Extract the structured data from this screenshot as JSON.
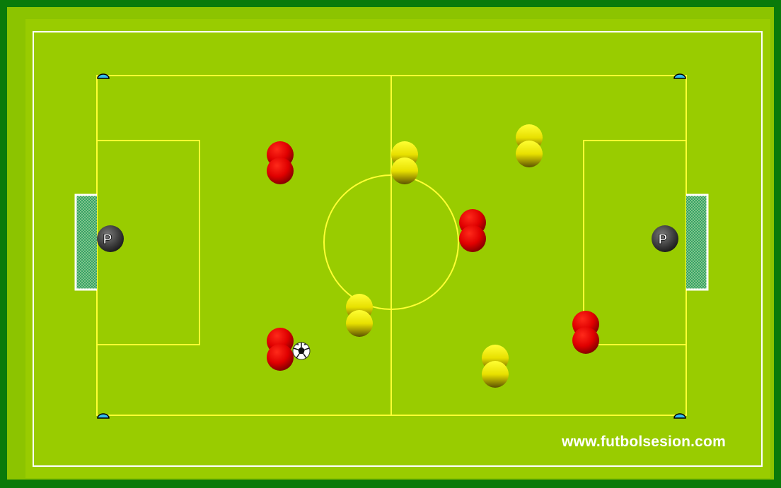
{
  "colors": {
    "outer_border": "#0a7a0a",
    "grass_frame": "#8cc400",
    "grass": "#99cc00",
    "pitch_line": "#ffff33",
    "boundary_line": "#ffffff",
    "team_red": "#e00000",
    "team_yellow": "#f2ee00",
    "goalkeeper": "#333333",
    "cone": "#33bbee",
    "goal_net": "#2e9e5e"
  },
  "goalkeepers": [
    {
      "side": "left",
      "label": "P"
    },
    {
      "side": "right",
      "label": "P"
    }
  ],
  "players": {
    "red": [
      {
        "id": "red-1",
        "icon": "red-player-stack-icon"
      },
      {
        "id": "red-2",
        "icon": "red-player-stack-icon"
      },
      {
        "id": "red-3",
        "icon": "red-player-stack-icon"
      },
      {
        "id": "red-4",
        "icon": "red-player-stack-icon"
      }
    ],
    "yellow": [
      {
        "id": "yellow-1",
        "icon": "yellow-player-stack-icon"
      },
      {
        "id": "yellow-2",
        "icon": "yellow-player-stack-icon"
      },
      {
        "id": "yellow-3",
        "icon": "yellow-player-stack-icon"
      },
      {
        "id": "yellow-4",
        "icon": "yellow-player-stack-icon"
      }
    ]
  },
  "ball": {
    "icon": "soccer-ball-icon"
  },
  "cones": {
    "icon": "cone-icon",
    "count": 4
  },
  "watermark": "www.futbolsesion.com"
}
